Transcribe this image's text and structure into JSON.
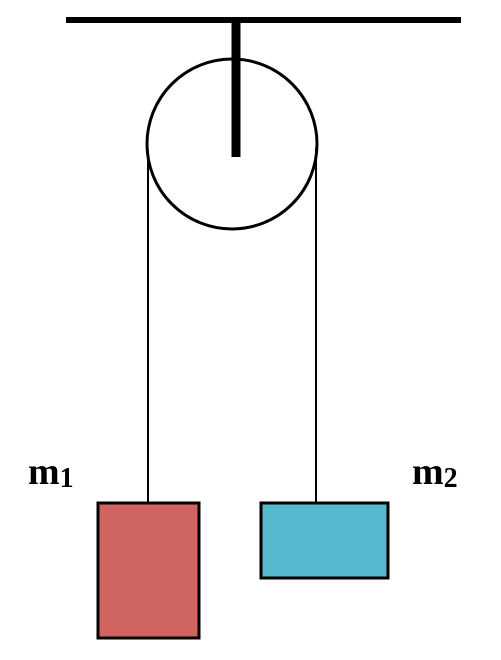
{
  "colors": {
    "line": "#000000",
    "background": "#ffffff",
    "mass_1_fill": "#d06460",
    "mass_2_fill": "#56b8cc"
  },
  "labels": {
    "mass_1": {
      "base": "m",
      "subscript": "1"
    },
    "mass_2": {
      "base": "m",
      "subscript": "2"
    }
  }
}
